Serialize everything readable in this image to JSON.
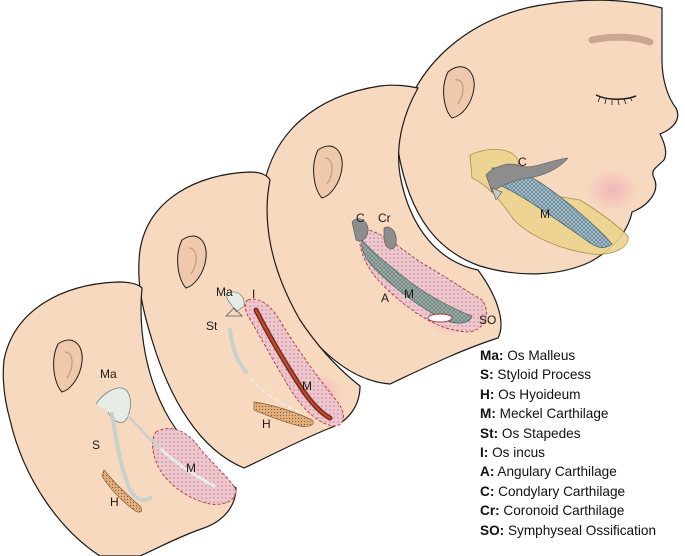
{
  "colors": {
    "skin": "#f7d9c0",
    "skin_outline": "#1a1a1a",
    "meckel_fill": "#efc8cf",
    "cartilage_grey": "#c7d2cc",
    "bone_yellow": "#ecd48e",
    "blush": "#f3b8c0"
  },
  "labels": {
    "stage1": {
      "ma": "Ma",
      "s": "S",
      "h": "H",
      "m": "M"
    },
    "stage2": {
      "ma": "Ma",
      "i": "I",
      "st": "St",
      "m": "M",
      "h": "H"
    },
    "stage3": {
      "c": "C",
      "cr": "Cr",
      "a": "A",
      "m": "M",
      "so": "SO"
    },
    "stage4": {
      "c": "C",
      "m": "M"
    }
  },
  "legend": [
    {
      "abbr": "Ma:",
      "text": "Os Malleus"
    },
    {
      "abbr": "S:",
      "text": "Styloid Process"
    },
    {
      "abbr": "H:",
      "text": "Os Hyoideum"
    },
    {
      "abbr": "M:",
      "text": "Meckel Carthilage"
    },
    {
      "abbr": "St:",
      "text": "Os Stapedes"
    },
    {
      "abbr": "I:",
      "text": "Os incus"
    },
    {
      "abbr": "A:",
      "text": "Angulary Carthilage"
    },
    {
      "abbr": "C:",
      "text": "Condylary Carthilage"
    },
    {
      "abbr": "Cr:",
      "text": "Coronoid Carthilage"
    },
    {
      "abbr": "SO:",
      "text": "Symphyseal Ossification"
    }
  ]
}
